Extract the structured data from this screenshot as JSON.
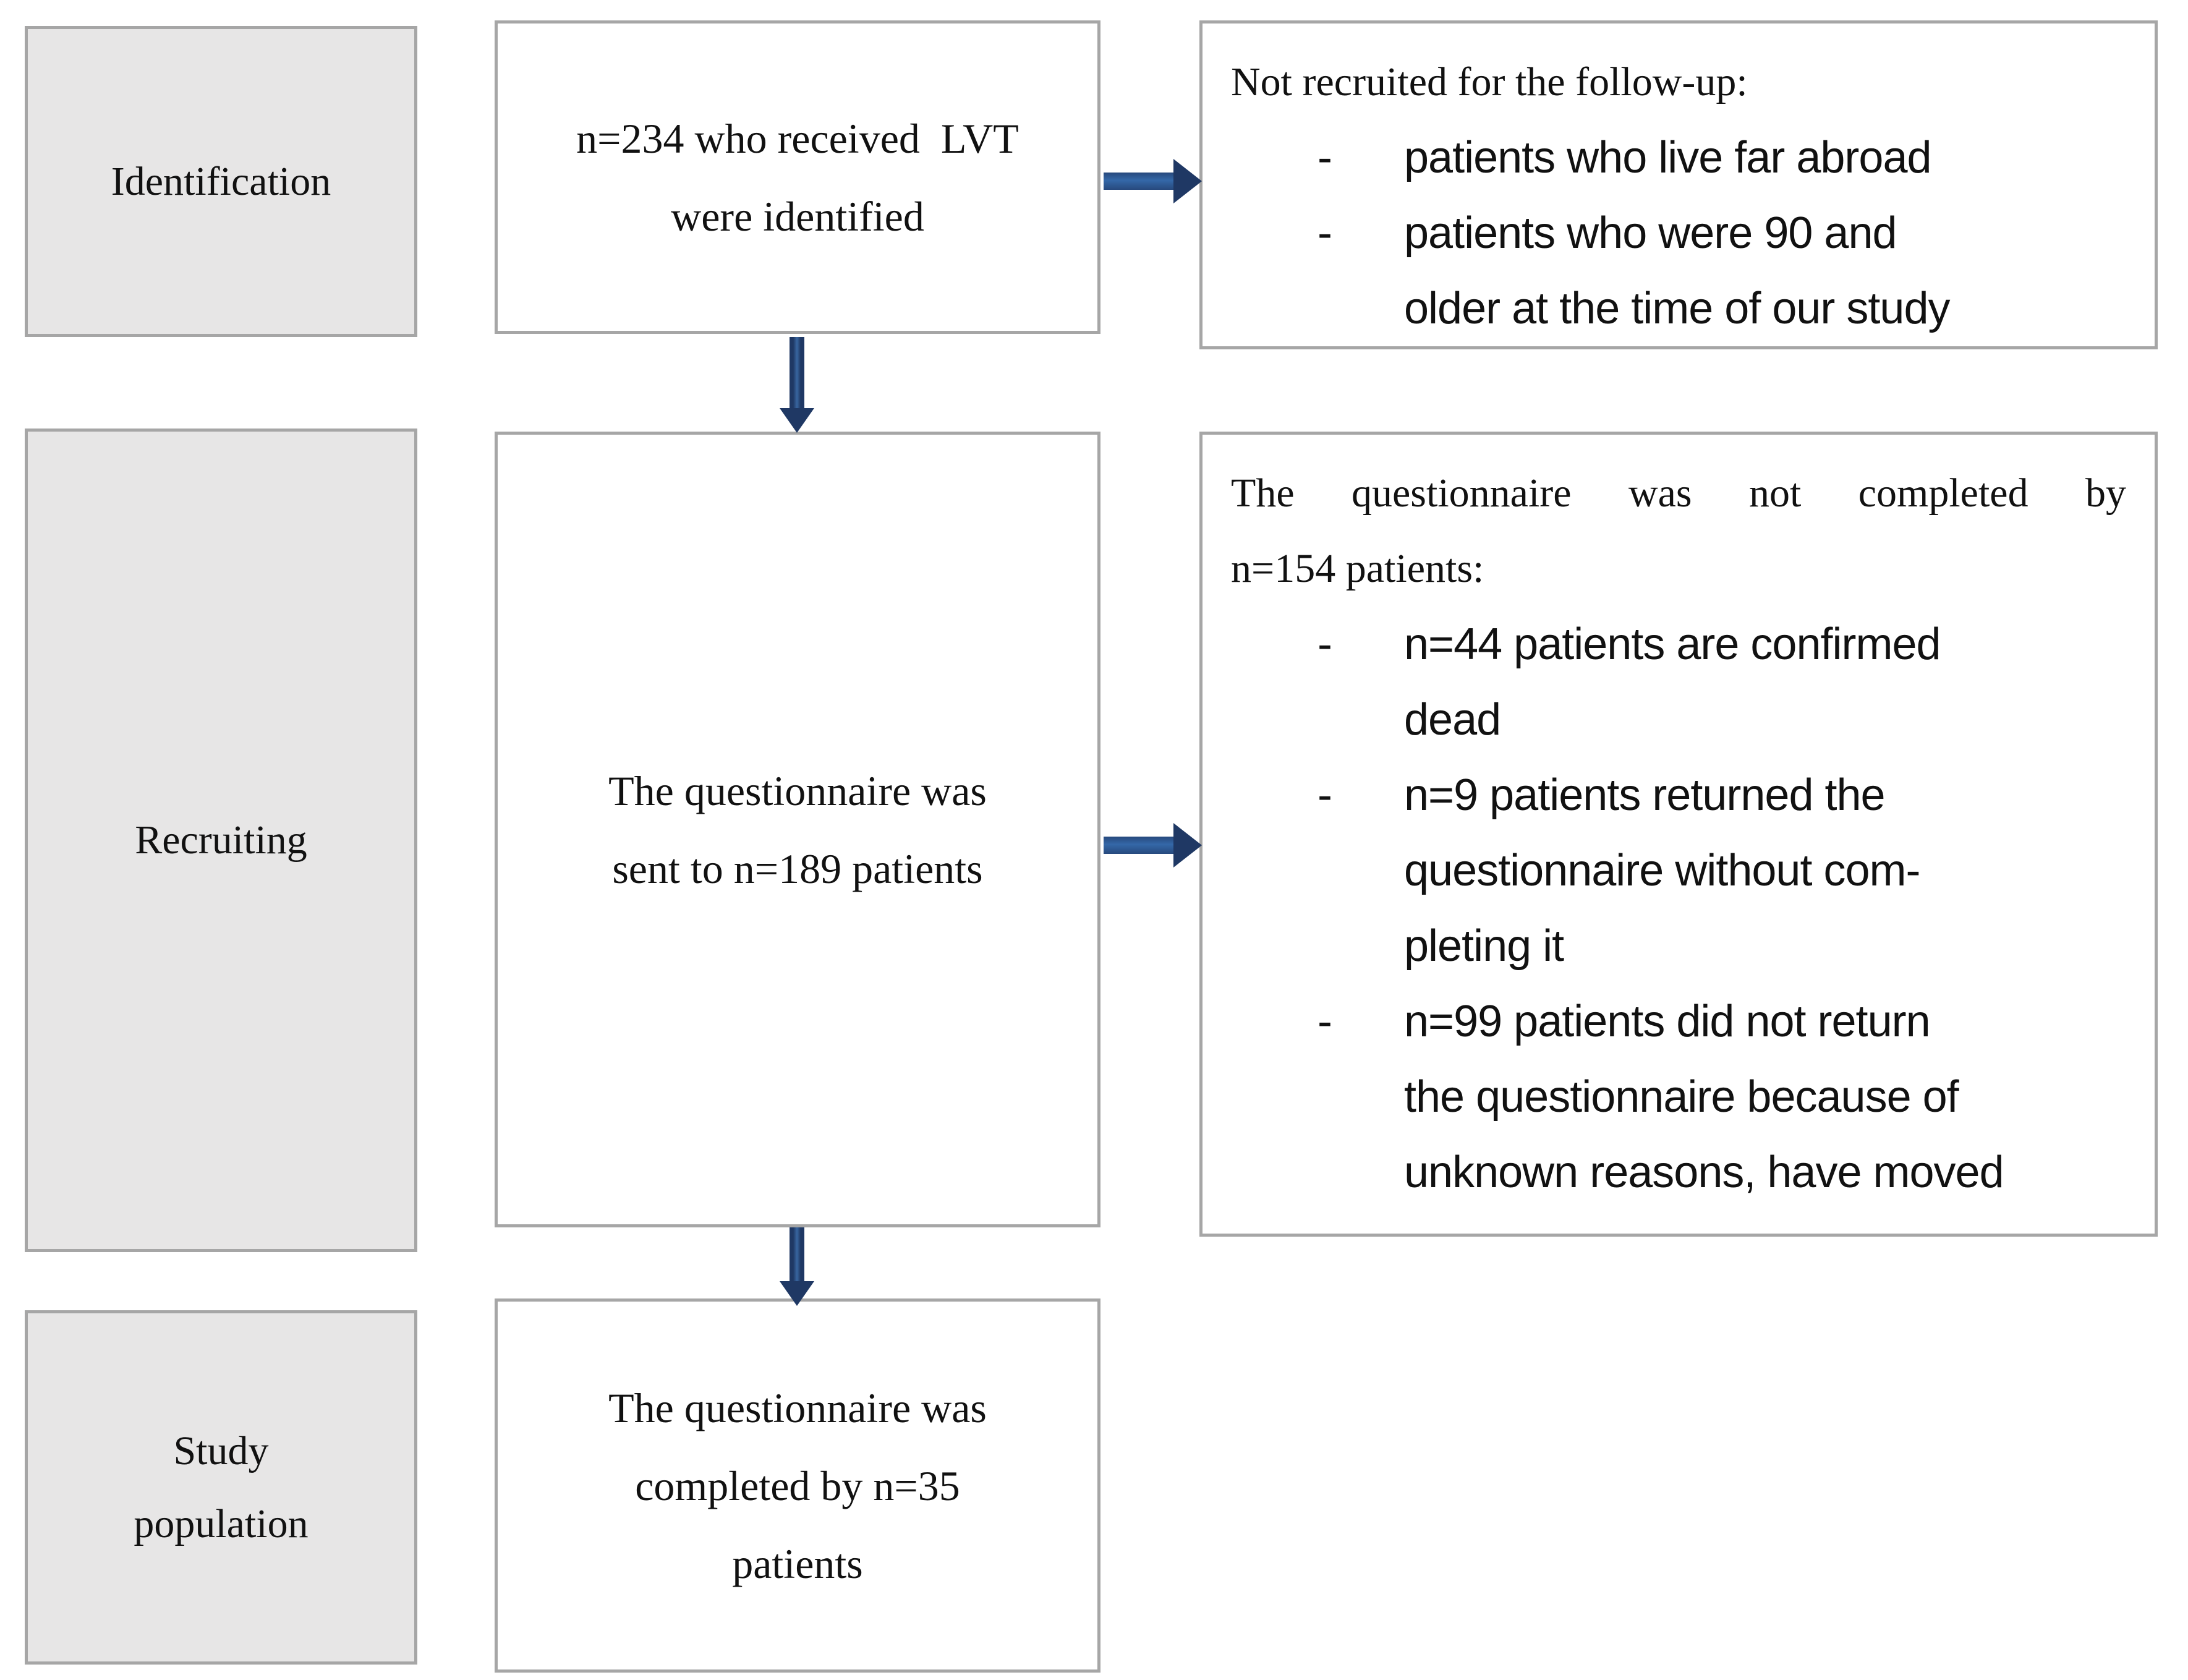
{
  "colors": {
    "box-fill-gray": "#E7E6E6",
    "box-border": "#A6A6A6",
    "arrow-vertical": "#1F3864",
    "arrow-horizontal": "#2E5B97",
    "arrow-head": "#1F3864",
    "text-color": "#111111"
  },
  "bullet_marker": "-",
  "stages": [
    {
      "label_lines": [
        "Identification"
      ]
    },
    {
      "label_lines": [
        "Recruiting"
      ]
    },
    {
      "label_lines": [
        "Study",
        "population"
      ]
    }
  ],
  "flow": [
    {
      "lines": [
        "n=234 who received  LVT",
        "were identified"
      ]
    },
    {
      "lines": [
        "The questionnaire was",
        "sent to n=189 patients"
      ]
    },
    {
      "lines": [
        "The questionnaire was",
        "completed by n=35",
        "patients"
      ]
    }
  ],
  "exclusions": [
    {
      "intro_lines": [
        "Not recruited for the follow-up:"
      ],
      "items": [
        {
          "lines": [
            "patients who live far abroad"
          ]
        },
        {
          "lines": [
            "patients who were 90 and",
            "older at the time of our study"
          ]
        }
      ]
    },
    {
      "intro_lines": [
        "The questionnaire was not completed by",
        "n=154 patients:"
      ],
      "items": [
        {
          "lines": [
            "n=44 patients are confirmed",
            "dead"
          ]
        },
        {
          "lines": [
            "n=9 patients returned the",
            "questionnaire without com-",
            "pleting it"
          ]
        },
        {
          "lines": [
            "n=99 patients did not return",
            "the questionnaire because of",
            "unknown reasons, have moved"
          ]
        }
      ]
    }
  ]
}
